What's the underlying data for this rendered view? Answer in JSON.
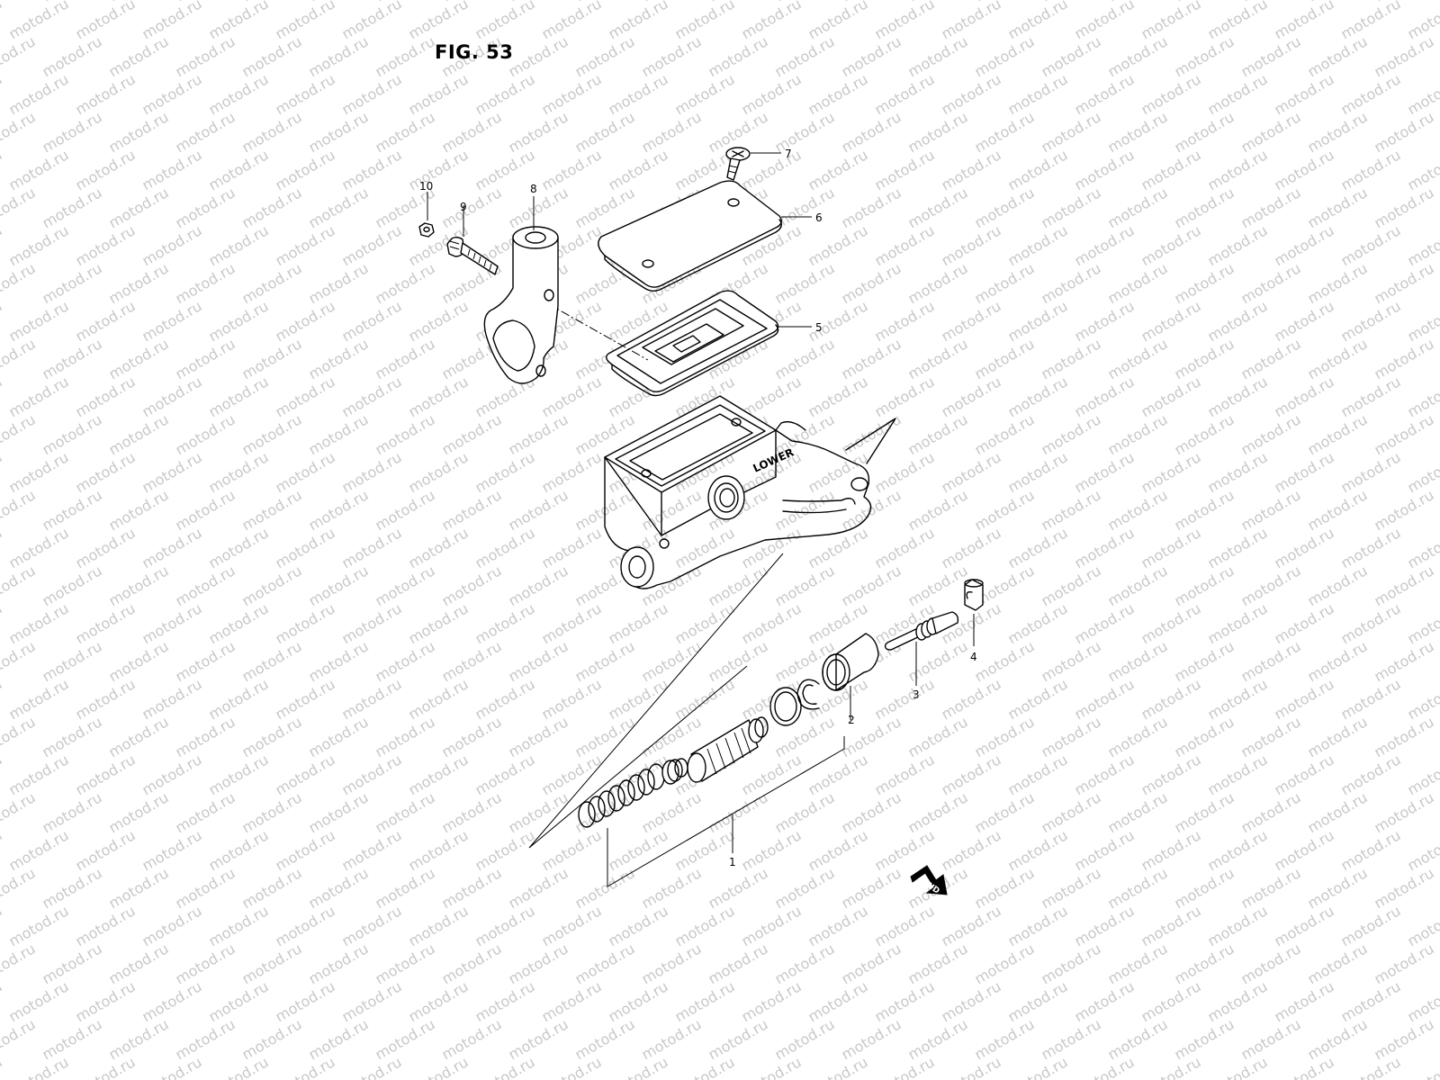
{
  "figure": {
    "title": "FIG. 53"
  },
  "watermark": {
    "text": "motod.ru",
    "color": "#c8c8c8"
  },
  "body_marking": "LOWER",
  "fwd_marker": "FWD",
  "callouts": [
    {
      "id": "1",
      "label": "1"
    },
    {
      "id": "2",
      "label": "2"
    },
    {
      "id": "3",
      "label": "3"
    },
    {
      "id": "4",
      "label": "4"
    },
    {
      "id": "5",
      "label": "5"
    },
    {
      "id": "6",
      "label": "6"
    },
    {
      "id": "7",
      "label": "7"
    },
    {
      "id": "8",
      "label": "8"
    },
    {
      "id": "9",
      "label": "9"
    },
    {
      "id": "10",
      "label": "10"
    }
  ]
}
